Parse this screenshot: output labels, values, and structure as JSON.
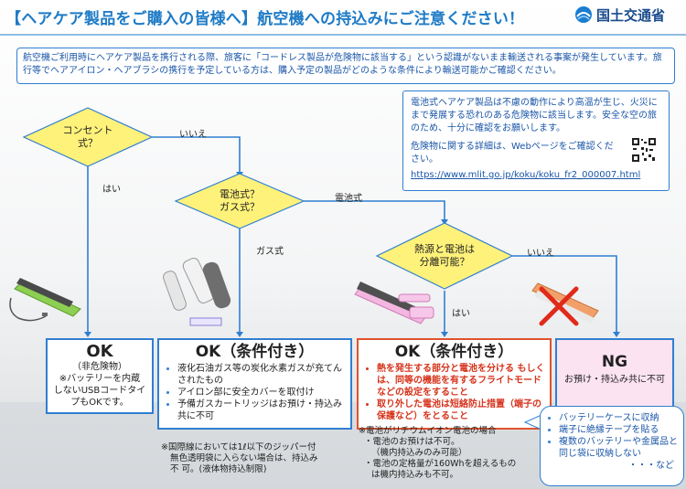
{
  "header": {
    "title": "【ヘアケア製品をご購入の皆様へ】航空機への持込みにご注意ください！",
    "ministry": "国土交通省"
  },
  "intro": {
    "line1": "航空機ご利用時にヘアケア製品を携行される際、旅客に「コードレス製品が危険物に該当する」という認識がないまま輸送される事案が発生しています。旅行等でヘアアイロン・ヘアブラシの携行を予定している方は、購入予定の製品がどのような条件により輸送可能かご確認ください。"
  },
  "warning": {
    "para1": "電池式ヘアケア製品は不慮の動作により高温が生じ、火災にまで発展する恐れのある危険物に該当します。安全な空の旅のため、十分に確認をお願いします。",
    "para2": "危険物に関する詳細は、Webページをご確認ください。",
    "url": "https://www.mlit.go.jp/koku/koku_fr2_000007.html"
  },
  "flow": {
    "q1": [
      "コンセント",
      "式？"
    ],
    "q2": [
      "電池式？",
      "ガス式？"
    ],
    "q3": [
      "熱源と電池は",
      "分離可能？"
    ],
    "e_q1_yes": "はい",
    "e_q1_no": "いいえ",
    "e_q2_battery": "電池式",
    "e_q2_gas": "ガス式",
    "e_q3_yes": "はい",
    "e_q3_no": "いいえ"
  },
  "results": {
    "ok1": {
      "title": "OK",
      "sub": "（非危険物）",
      "lines": [
        "※バッテリーを内蔵",
        "しないUSBコードタイ",
        "プもOKです。"
      ]
    },
    "ok2": {
      "title": "OK（条件付き）",
      "items": [
        "液化石油ガス等の炭化水素ガスが充てんされたもの",
        "アイロン部に安全カバーを取付け",
        "予備ガスカートリッジはお預け・持込み共に不可"
      ],
      "note": [
        "※国際線においては1ℓ以下のジッパー付",
        "無色透明袋に入らない場合は、持込み",
        "不 可。(液体物持込制限)"
      ]
    },
    "ok3": {
      "title": "OK（条件付き）",
      "items": [
        "熱を発生する部分と電池を分ける もしくは、同等の機能を有するフライトモードなどの設定をすること",
        "取り外した電池は短絡防止措置（端子の保護など）をとること"
      ],
      "note": [
        "※電池がリチウムイオン電池の場合",
        "・電池のお預けは不可。",
        "（機内持込みのみ可能）",
        "・電池の定格量が160Whを超えるもの",
        "は機内持込みも不可。"
      ]
    },
    "ng": {
      "title": "NG",
      "sub": "お預け・持込み共に不可"
    }
  },
  "callout": {
    "items": [
      "バッテリーケースに収納",
      "端子に絶縁テープを貼る",
      "複数のバッテリーや金属品と同じ袋に収納しない"
    ],
    "tail": "・・・など"
  },
  "colors": {
    "title_blue": "#1e7bc6",
    "diamond_fill": "#fff27a",
    "border_blue": "#2f7fd0",
    "warn_red": "#d6341c",
    "ng_pink": "#fce3f2"
  }
}
